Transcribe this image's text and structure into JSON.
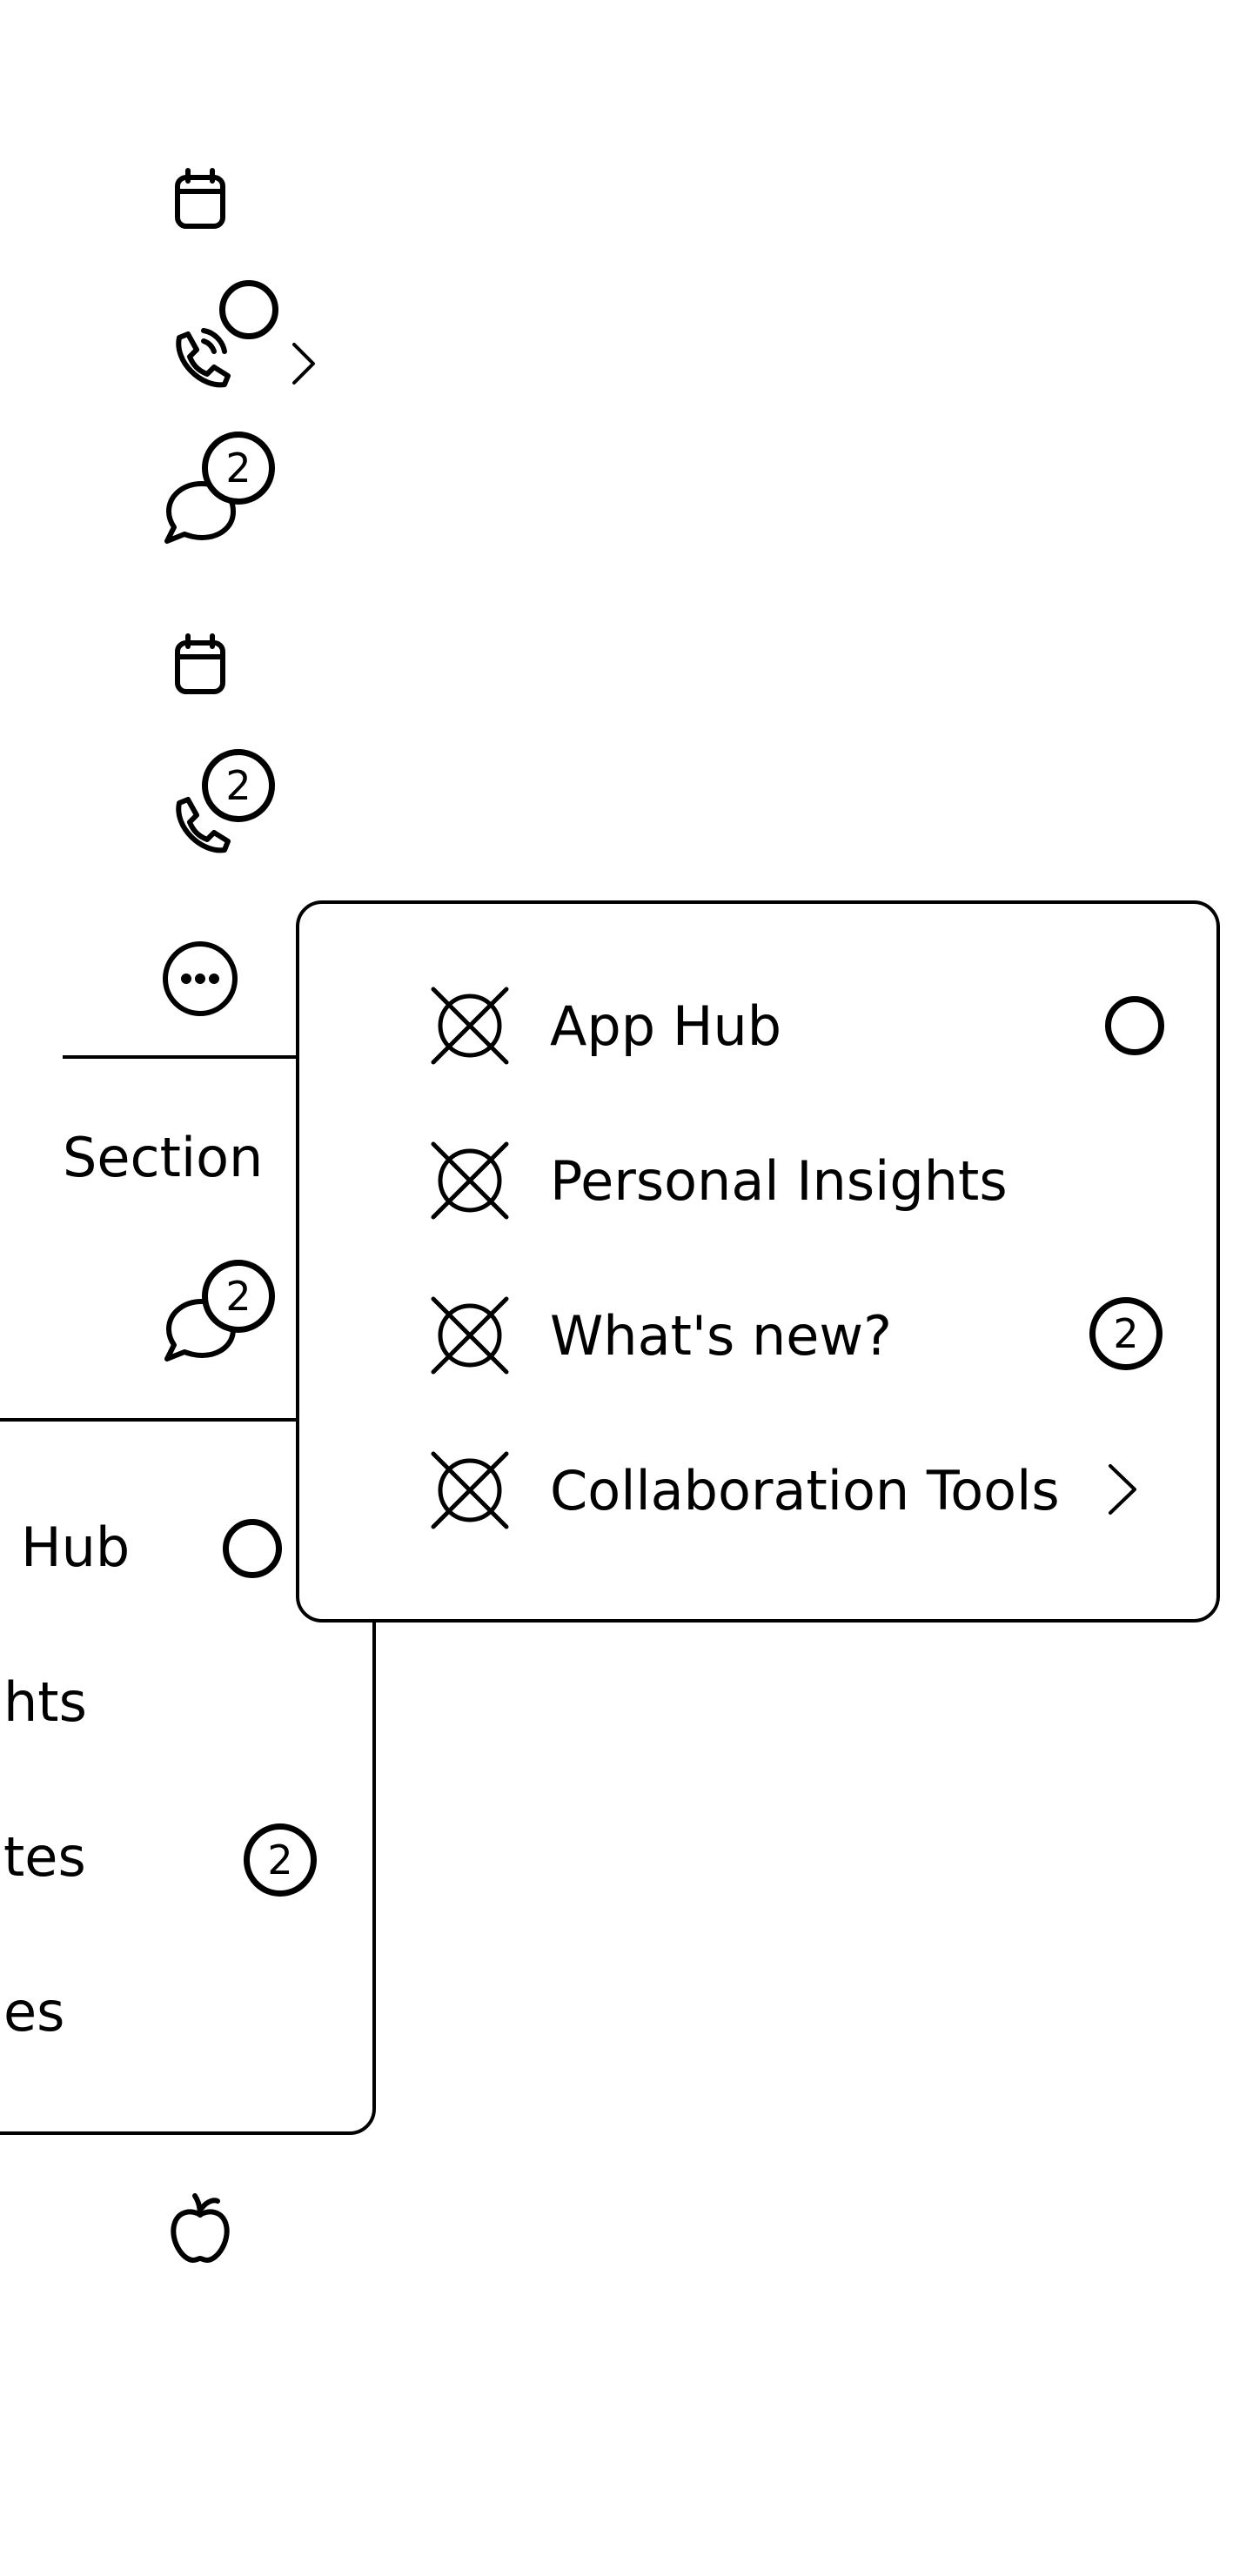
{
  "rail": {
    "items": [
      {
        "name": "calendar",
        "icon": "calendar-icon"
      },
      {
        "name": "calls",
        "icon": "phone-icon",
        "has_dot": true,
        "has_chevron": true
      },
      {
        "name": "chat",
        "icon": "chat-icon",
        "badge": "2"
      },
      {
        "name": "calendar-2",
        "icon": "calendar-icon"
      },
      {
        "name": "calls-2",
        "icon": "phone-icon",
        "badge": "2"
      },
      {
        "name": "more",
        "icon": "more-icon"
      }
    ],
    "section_label": "Section",
    "section_items": [
      {
        "name": "chat",
        "icon": "chat-icon",
        "badge": "2"
      },
      {
        "name": "apple",
        "icon": "apple-icon"
      }
    ]
  },
  "flyout_menu": {
    "items": [
      {
        "label": "App Hub",
        "trailing": "dot"
      },
      {
        "label": "Personal Insights",
        "trailing": "none"
      },
      {
        "label": "What's new?",
        "trailing": "badge",
        "badge": "2"
      },
      {
        "label": "Collaboration Tools",
        "trailing": "chevron"
      }
    ]
  },
  "lower_menu": {
    "items": [
      {
        "label": "Hub",
        "trailing": "dot"
      },
      {
        "label": "hts",
        "trailing": "none"
      },
      {
        "label": "tes",
        "trailing": "badge",
        "badge": "2"
      },
      {
        "label": "es",
        "trailing": "none"
      }
    ]
  }
}
